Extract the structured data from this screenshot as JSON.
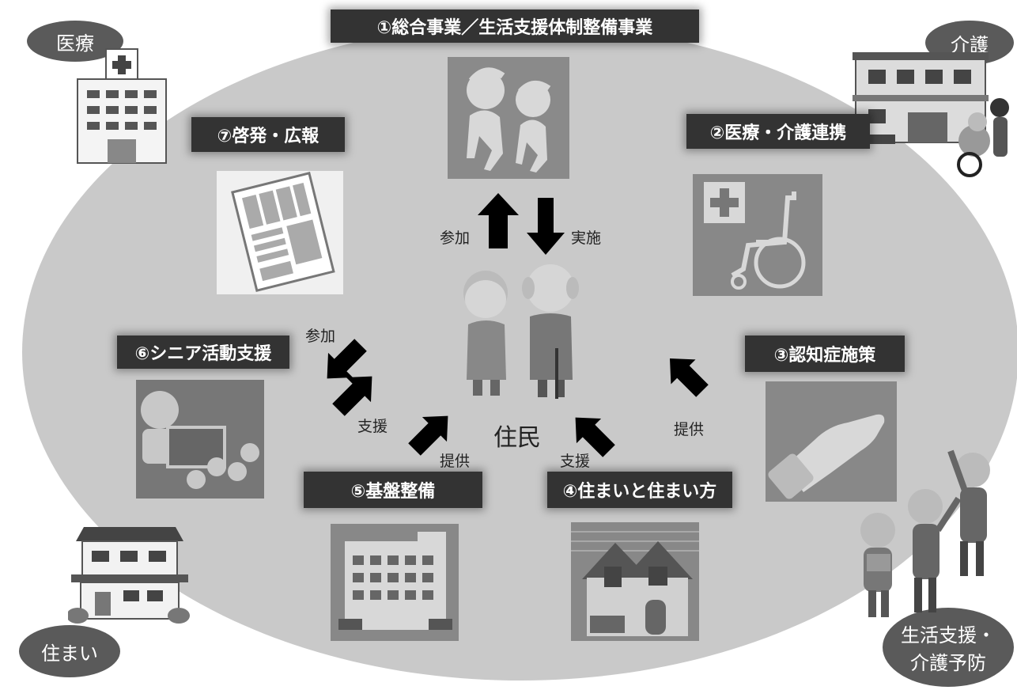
{
  "center_label": "住民",
  "domains": {
    "medical": "医療",
    "care": "介護",
    "housing": "住まい",
    "life_support_line1": "生活支援・",
    "life_support_line2": "介護予防"
  },
  "measures": {
    "m1": "①総合事業／生活支援体制整備事業",
    "m2": "②医療・介護連携",
    "m3": "③認知症施策",
    "m4": "④住まいと住まい方",
    "m5": "⑤基盤整備",
    "m6": "⑥シニア活動支援",
    "m7": "⑦啓発・広報"
  },
  "arrows": {
    "m1_up": "参加",
    "m1_down": "実施",
    "m3": "提供",
    "m4": "支援",
    "m5": "提供",
    "m6_out": "参加",
    "m6_in": "支援"
  }
}
